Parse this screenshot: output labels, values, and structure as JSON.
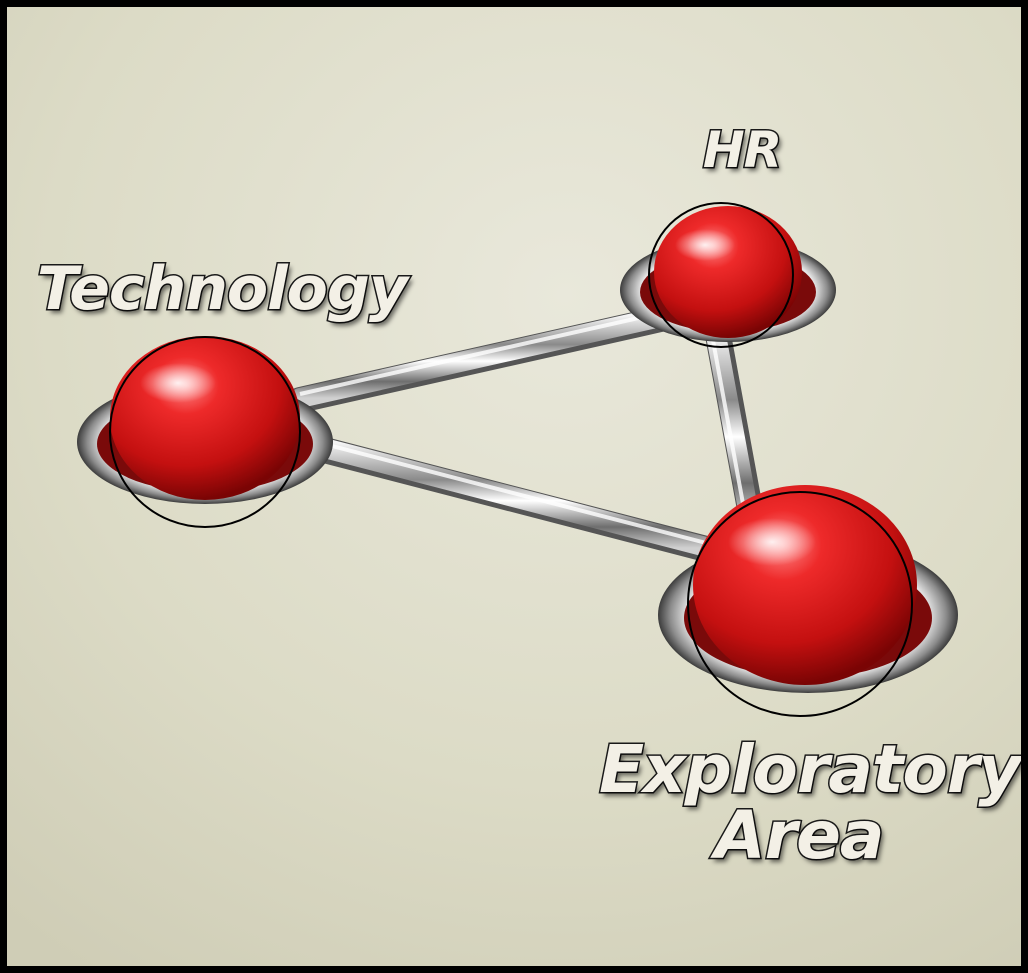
{
  "nodes": [
    {
      "id": "hr",
      "label": "HR"
    },
    {
      "id": "technology",
      "label": "Technology"
    },
    {
      "id": "exploratory-area",
      "label": "Exploratory\nArea"
    }
  ],
  "edges": [
    {
      "from": "technology",
      "to": "hr"
    },
    {
      "from": "technology",
      "to": "exploratory-area"
    },
    {
      "from": "hr",
      "to": "exploratory-area"
    }
  ],
  "colors": {
    "background": "#dedcc8",
    "sphere": "#d81818",
    "metal": "#c8c8c8",
    "highlight_circle": "#000000",
    "frame": "#000000"
  }
}
